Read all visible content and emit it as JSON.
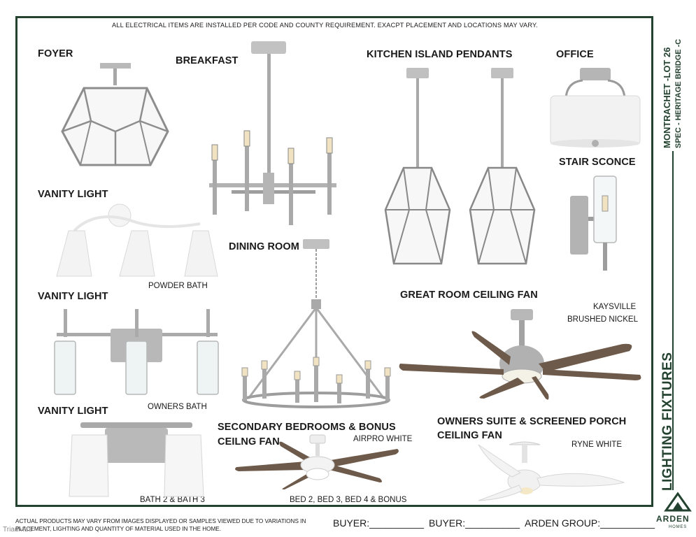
{
  "notice": "ALL ELECTRICAL ITEMS ARE INSTALLED PER CODE AND COUNTY REQUIREMENT. EXACPT PLACEMENT AND LOCATIONS MAY VARY.",
  "labels": {
    "foyer": "FOYER",
    "breakfast": "BREAKFAST",
    "kitchen": "KITCHEN ISLAND PENDANTS",
    "office": "OFFICE",
    "stair": "STAIR SCONCE",
    "vanity1": "VANITY LIGHT",
    "vanity2": "VANITY LIGHT",
    "vanity3": "VANITY LIGHT",
    "dining": "DINING ROOM",
    "great_room": "GREAT ROOM CEILING FAN",
    "secondary_line1": "SECONDARY BEDROOMS & BONUS",
    "secondary_line2": "CEILNG FAN",
    "owners_line1": "OWNERS SUITE & SCREENED PORCH",
    "owners_line2": "CEILING FAN"
  },
  "captions": {
    "powder_bath": "POWDER BATH",
    "owners_bath": "OWNERS BATH",
    "bath23": "BATH 2 & BATH 3",
    "kaysville": "KAYSVILLE",
    "brushed_nickel": "BRUSHED NICKEL",
    "airpro": "AIRPRO WHITE",
    "ryne": "RYNE WHITE",
    "bed_bonus": "BED 2, BED 3, BED 4 & BONUS"
  },
  "side": {
    "title_line1": "MONTRACHET -LOT 26",
    "title_line2": "SPEC - HERITAGE BRIDGE -C",
    "section": "LIGHTING FIXTURES",
    "brand": "ARDEN",
    "brand_sub": "HOMES"
  },
  "footer": {
    "disclaimer_line1": "ACTUAL PRODUCTS MAY VARY FROM IMAGES DISPLAYED OR SAMPLES VIEWED DUE TO VARIATIONS IN",
    "disclaimer_line2": "PLACEMENT, LIGHTING AND QUANTITY OF MATERIAL USED IN THE HOME.",
    "buyer1": "BUYER:__________",
    "buyer2": "BUYER:__________",
    "arden_group": "ARDEN GROUP:__________",
    "watermark": "TriadMLS"
  },
  "colors": {
    "brand_green": "#23422f",
    "nickel": "#a7a7a7",
    "wood": "#6e5a4a"
  }
}
